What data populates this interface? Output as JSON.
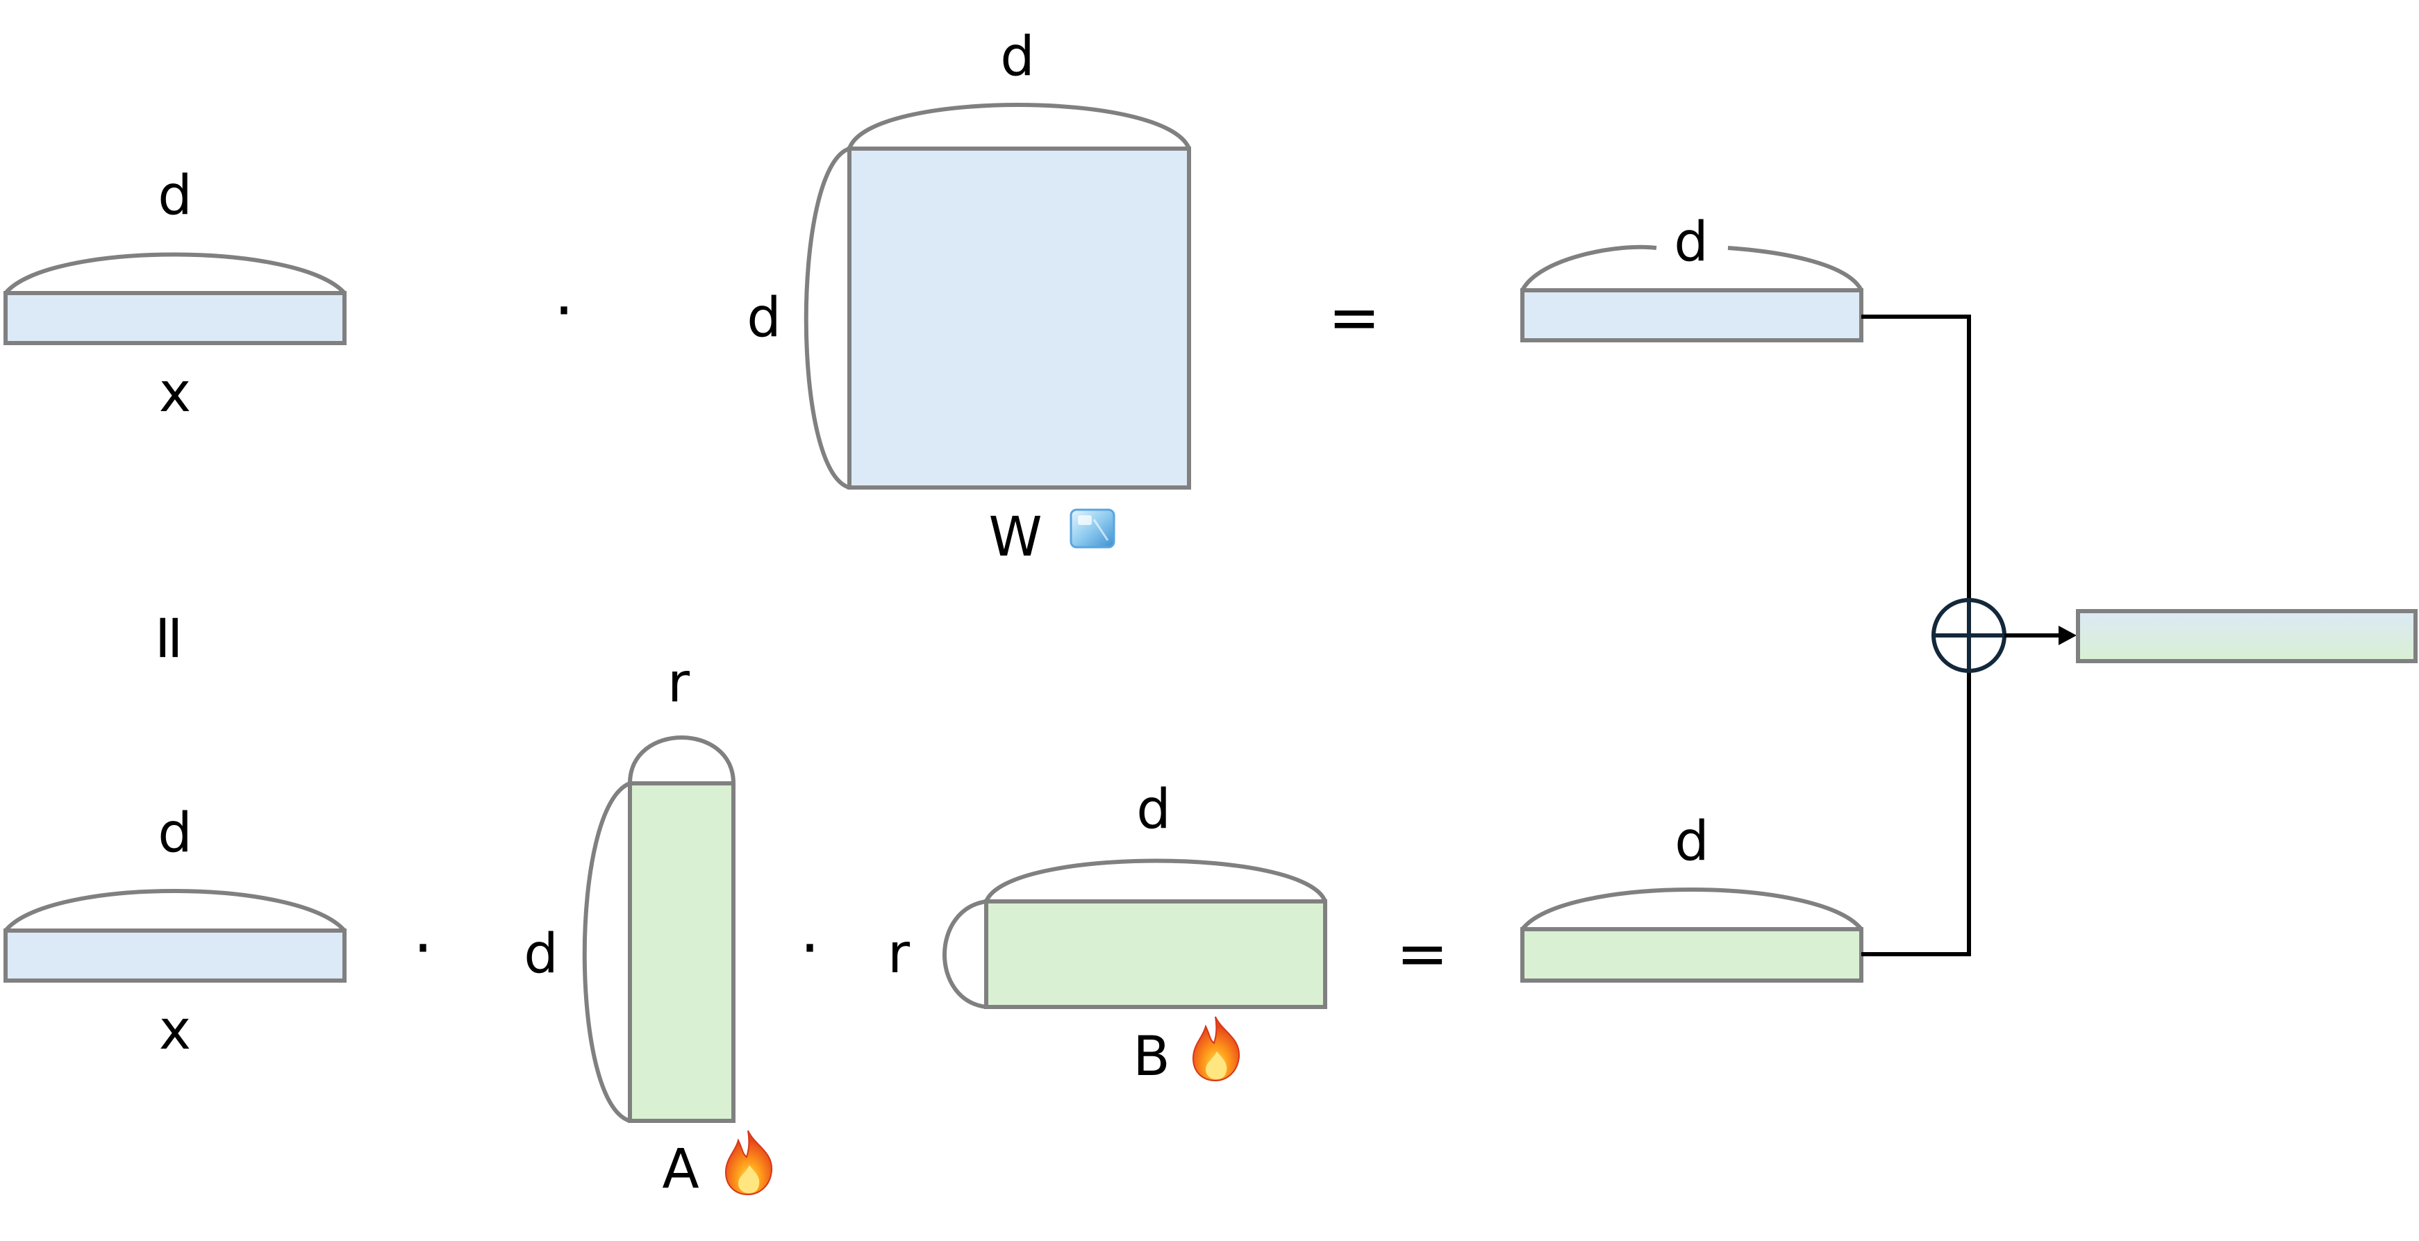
{
  "labels": {
    "x_top_dim": "d",
    "x_top_name": "x",
    "w_top_dim": "d",
    "w_left_dim": "d",
    "w_name": "W",
    "out_top_dim": "d",
    "x_bot_dim": "d",
    "x_bot_name": "x",
    "a_top_dim": "r",
    "a_left_dim": "d",
    "a_name": "A",
    "b_top_dim": "d",
    "b_left_dim": "r",
    "b_name": "B",
    "out_bot_dim": "d"
  },
  "operators": {
    "dot_top": "·",
    "equals_top": "=",
    "equals_vertical": "=",
    "dot_bottom_1": "·",
    "dot_bottom_2": "·",
    "equals_bottom": "="
  },
  "colors": {
    "frozen_fill": "#dce9f6",
    "trainable_fill": "#d9f0d2",
    "stroke": "#808080"
  },
  "icons": {
    "w_status": "ice-cube-icon",
    "a_status": "fire-icon",
    "b_status": "fire-icon",
    "sum": "circled-plus-icon"
  }
}
